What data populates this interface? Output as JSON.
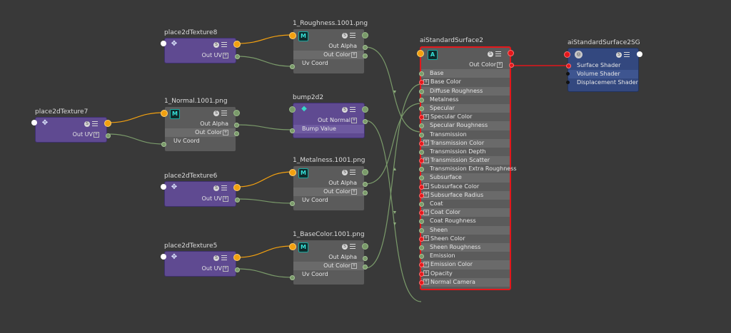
{
  "nodes": {
    "p8": {
      "title": "place2dTexture8",
      "out": "Out UV"
    },
    "p7": {
      "title": "place2dTexture7",
      "out": "Out UV"
    },
    "p6": {
      "title": "place2dTexture6",
      "out": "Out UV"
    },
    "p5": {
      "title": "place2dTexture5",
      "out": "Out UV"
    },
    "rough": {
      "title": "1_Roughness.1001.png",
      "icon": "M",
      "alpha": "Out Alpha",
      "color": "Out Color",
      "uv": "Uv Coord"
    },
    "normal": {
      "title": "1_Normal.1001.png",
      "icon": "M",
      "alpha": "Out Alpha",
      "color": "Out Color",
      "uv": "Uv Coord"
    },
    "metal": {
      "title": "1_Metalness.1001.png",
      "icon": "M",
      "alpha": "Out Alpha",
      "color": "Out Color",
      "uv": "Uv Coord"
    },
    "base": {
      "title": "1_BaseColor.1001.png",
      "icon": "M",
      "alpha": "Out Alpha",
      "color": "Out Color",
      "uv": "Uv Coord"
    },
    "bump": {
      "title": "bump2d2",
      "out": "Out Normal",
      "value": "Bump Value"
    },
    "ai": {
      "title": "aiStandardSurface2",
      "icon": "A",
      "out": "Out Color",
      "attrs": [
        "Base",
        "Base Color",
        "Diffuse Roughness",
        "Metalness",
        "Specular",
        "Specular Color",
        "Specular Roughness",
        "Transmission",
        "Transmission Color",
        "Transmission Depth",
        "Transmission Scatter",
        "Transmission Extra Roughness",
        "Subsurface",
        "Subsurface Color",
        "Subsurface Radius",
        "Coat",
        "Coat Color",
        "Coat Roughness",
        "Sheen",
        "Sheen Color",
        "Sheen Roughness",
        "Emission",
        "Emission Color",
        "Opacity",
        "Normal Camera"
      ]
    },
    "sg": {
      "title": "aiStandardSurface2SG",
      "attrs": [
        "Surface Shader",
        "Volume Shader",
        "Displacement Shader"
      ]
    }
  },
  "icons": {
    "swatch": "S",
    "attr_list": "list-icon",
    "place2d": "✥",
    "bump": "◆",
    "sg": "sg-icon"
  },
  "colors": {
    "background": "#393939",
    "texture_node": "#5b5b5b",
    "place2d_node": "#5f4a91",
    "shader_border": "#e3171b",
    "sg_node": "#33487f",
    "wire_uv": "#f2a010",
    "wire_data": "#7a9a6a",
    "wire_shader": "#e3171b"
  }
}
